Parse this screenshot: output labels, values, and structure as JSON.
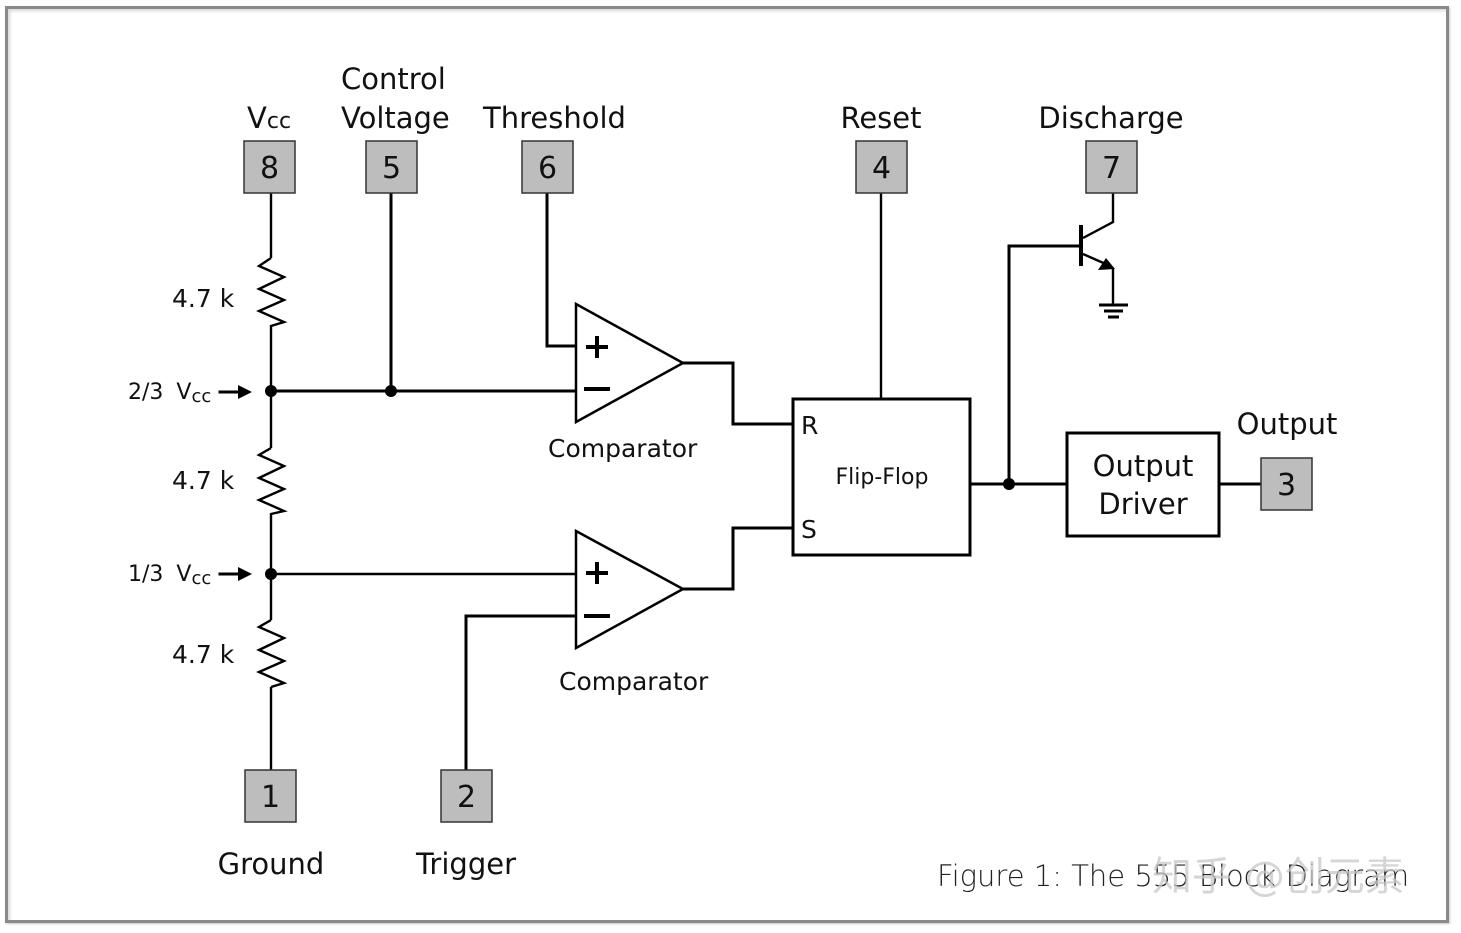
{
  "figure": {
    "caption": "Figure 1: The 555 Block Diagram",
    "watermark": "知乎 @创元素"
  },
  "pins": {
    "vcc": {
      "number": "8",
      "label_main": "V",
      "label_sub": "cc"
    },
    "control": {
      "number": "5",
      "label_line1": "Control",
      "label_line2": "Voltage"
    },
    "threshold": {
      "number": "6",
      "label": "Threshold"
    },
    "reset": {
      "number": "4",
      "label": "Reset"
    },
    "discharge": {
      "number": "7",
      "label": "Discharge"
    },
    "output": {
      "number": "3",
      "label": "Output"
    },
    "ground": {
      "number": "1",
      "label": "Ground"
    },
    "trigger": {
      "number": "2",
      "label": "Trigger"
    }
  },
  "divider": {
    "resistors": [
      {
        "value": "4.7 k"
      },
      {
        "value": "4.7 k"
      },
      {
        "value": "4.7 k"
      }
    ],
    "taps": [
      {
        "fraction": "2/3",
        "main": "V",
        "sub": "cc"
      },
      {
        "fraction": "1/3",
        "main": "V",
        "sub": "cc"
      }
    ]
  },
  "comparators": [
    {
      "label": "Comparator",
      "plus": "+",
      "minus": "−"
    },
    {
      "label": "Comparator",
      "plus": "+",
      "minus": "−"
    }
  ],
  "flipflop": {
    "label": "Flip-Flop",
    "r_input": "R",
    "s_input": "S"
  },
  "output_driver": {
    "line1": "Output",
    "line2": "Driver"
  },
  "colors": {
    "pin_fill": "#bdbdbd",
    "frame": "#8a8a8a",
    "wire": "#000000"
  }
}
